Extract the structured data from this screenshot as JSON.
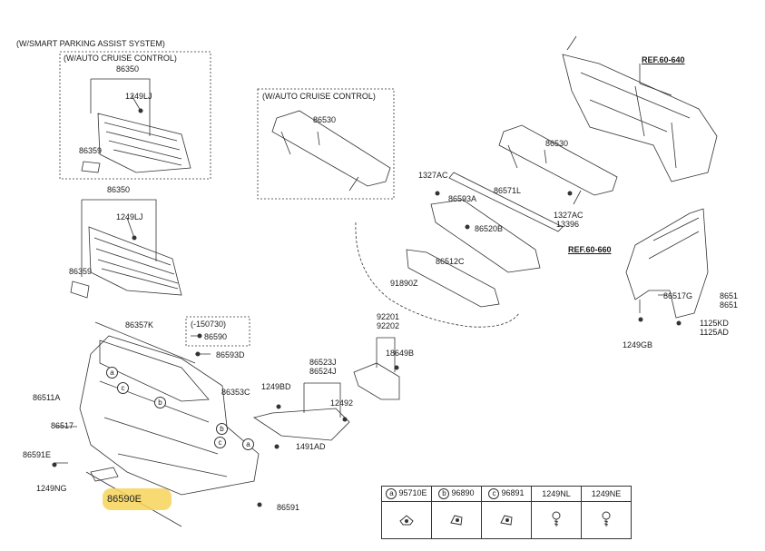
{
  "headers": {
    "smart_parking": "(W/SMART PARKING ASSIST SYSTEM)",
    "auto_cruise_1": "(W/AUTO CRUISE CONTROL)",
    "auto_cruise_2": "(W/AUTO CRUISE CONTROL)",
    "range_note": "(-150730)"
  },
  "refs": {
    "ref_640": "REF.60-640",
    "ref_660": "REF.60-660"
  },
  "parts": {
    "p86350a": "86350",
    "p1249lja": "1249LJ",
    "p86359a": "86359",
    "p86530a": "86530",
    "p86350b": "86350",
    "p1249ljb": "1249LJ",
    "p86359b": "86359",
    "p86530b": "86530",
    "p1327ac_a": "1327AC",
    "p86571l": "86571L",
    "p86593a": "86593A",
    "p1327ac_b": "1327AC",
    "p13396": "13396",
    "p86520b": "86520B",
    "p86512c": "86512C",
    "p91890z": "91890Z",
    "p86357k": "86357K",
    "p86590": "86590",
    "p86593d": "86593D",
    "p86353c": "86353C",
    "p86511a": "86511A",
    "p86517": "86517",
    "p86591e": "86591E",
    "p1249ng": "1249NG",
    "p1249bd": "1249BD",
    "p86523j": "86523J",
    "p86524j": "86524J",
    "p12492": "12492",
    "p1491ad": "1491AD",
    "p86591": "86591",
    "p92201": "92201",
    "p92202": "92202",
    "p18649b": "18649B",
    "p86517g": "86517G",
    "p8651a": "8651",
    "p8651b": "8651",
    "p1125kd": "1125KD",
    "p1125ad": "1125AD",
    "p1249gb": "1249GB",
    "p86590e": "86590E"
  },
  "markers": [
    "a",
    "c",
    "b",
    "b",
    "c",
    "a"
  ],
  "legend": {
    "headers": [
      {
        "circle": "a",
        "code": "95710E"
      },
      {
        "circle": "b",
        "code": "96890"
      },
      {
        "circle": "c",
        "code": "96891"
      },
      {
        "circle": "",
        "code": "1249NL"
      },
      {
        "circle": "",
        "code": "1249NE"
      }
    ]
  },
  "colors": {
    "highlight": "#f7d35a",
    "line": "#333333"
  }
}
